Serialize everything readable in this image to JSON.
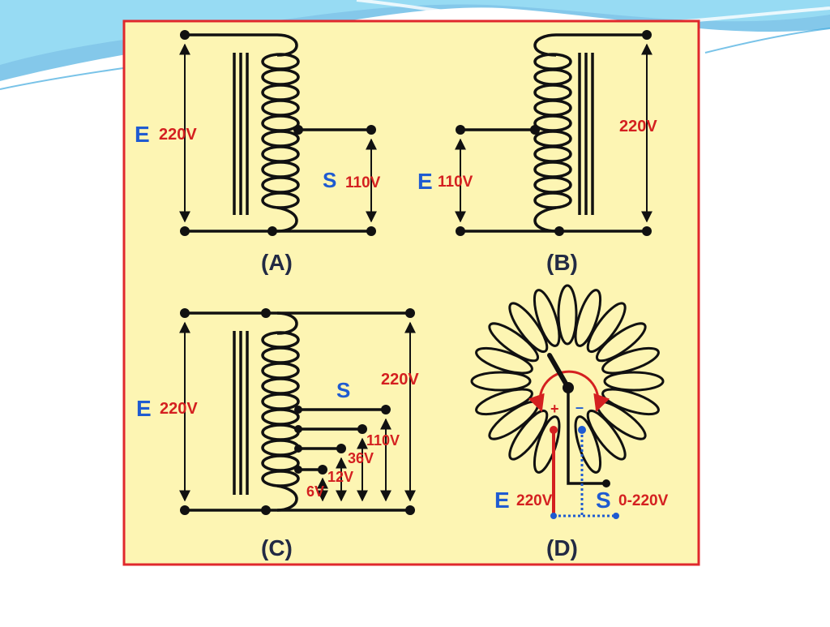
{
  "colors": {
    "panel_background": "#fdf5b3",
    "panel_border": "#e0282c",
    "wire": "#111111",
    "label_E": "#1f5bd1",
    "label_S": "#1f5bd1",
    "label_voltage": "#d42020",
    "caption": "#222a44",
    "coil": "#111111",
    "core": "#111111",
    "primary_lead": "#d42020",
    "secondary_lead": "#1f5bd1",
    "wave_top": "#1f9bd8",
    "wave_light": "#9fe3f7"
  },
  "diagram_A": {
    "caption": "(A)",
    "primary_letter": "E",
    "primary_voltage": "220V",
    "secondary_letter": "S",
    "secondary_voltage": "110V"
  },
  "diagram_B": {
    "caption": "(B)",
    "primary_letter": "E",
    "primary_voltage": "110V",
    "secondary_voltage": "220V"
  },
  "diagram_C": {
    "caption": "(C)",
    "primary_letter": "E",
    "primary_voltage": "220V",
    "secondary_letter": "S",
    "taps": [
      "220V",
      "110V",
      "36V",
      "12V",
      "6V"
    ]
  },
  "diagram_D": {
    "caption": "(D)",
    "plus_sign": "+",
    "minus_sign": "–",
    "primary_letter": "E",
    "primary_voltage": "220V",
    "secondary_letter": "S",
    "secondary_voltage": "0-220V"
  }
}
